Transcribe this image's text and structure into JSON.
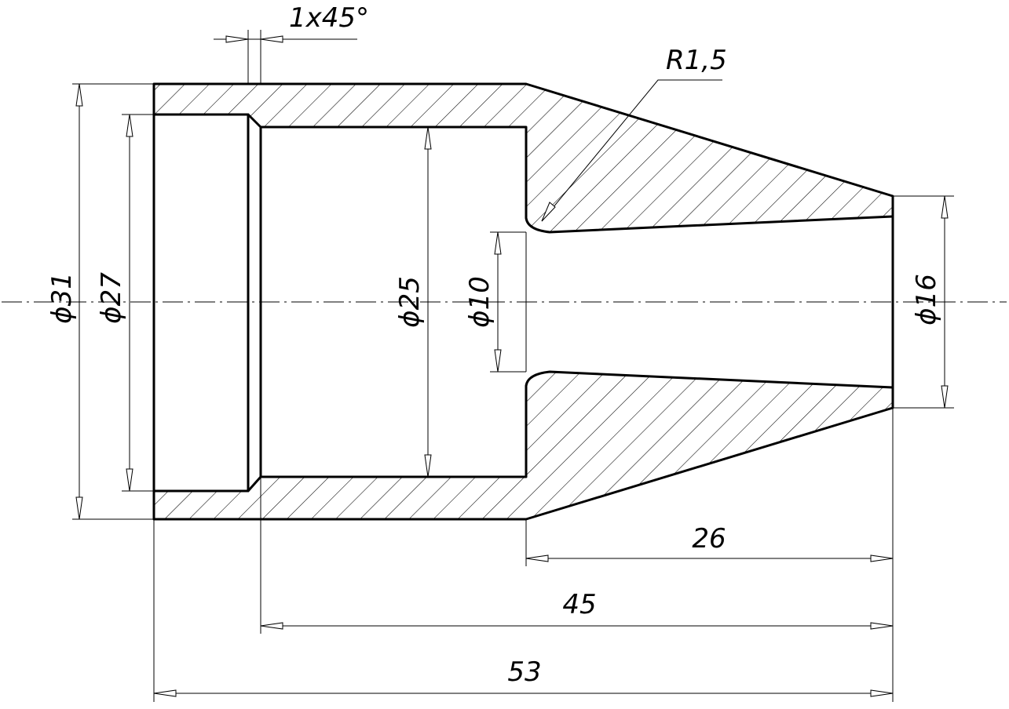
{
  "drawing": {
    "chamfer_label": "1x45°",
    "radius_label": "R1,5",
    "diameters": {
      "d31": "ϕ31",
      "d27": "ϕ27",
      "d25": "ϕ25",
      "d10": "ϕ10",
      "d16": "ϕ16"
    },
    "lengths": {
      "l26": "26",
      "l45": "45",
      "l53": "53"
    },
    "line_color": "#000000",
    "background_color": "#ffffff"
  }
}
